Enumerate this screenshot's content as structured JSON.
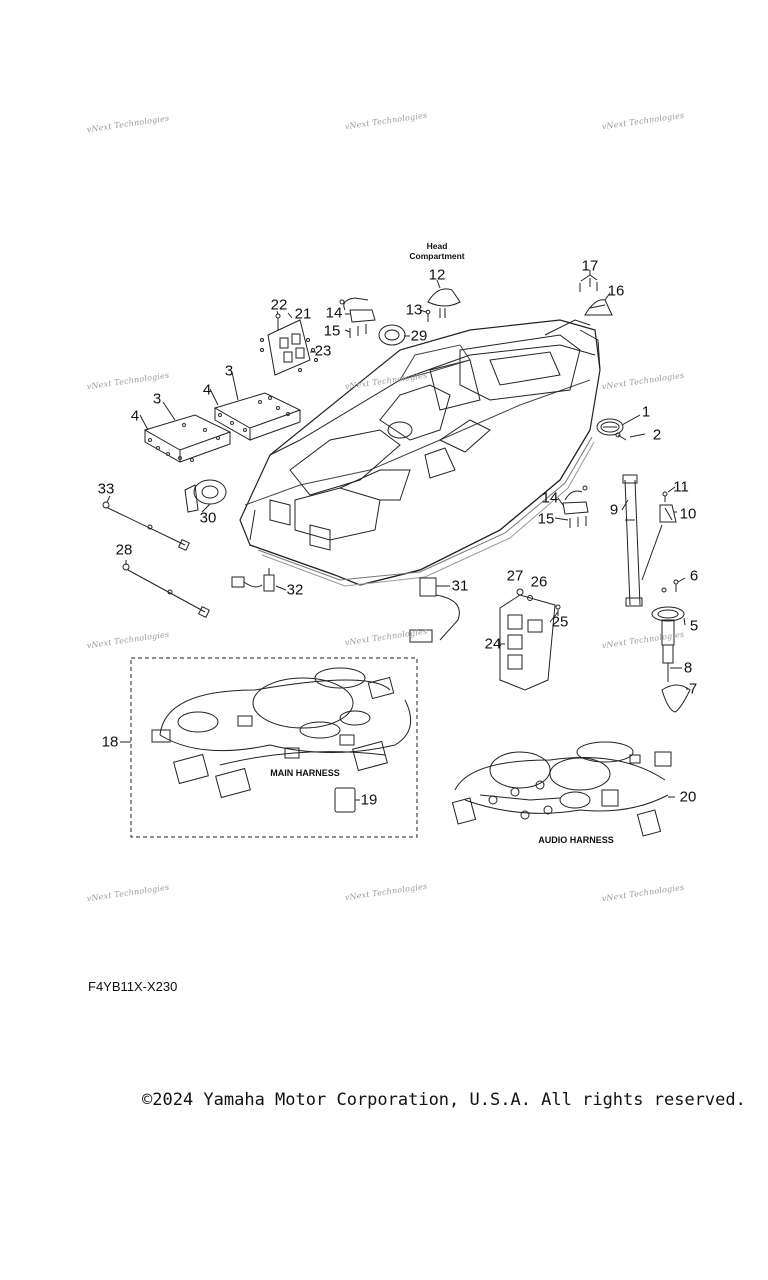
{
  "watermark_text": "vNext Technologies",
  "section_labels": {
    "head_compartment": "Head\nCompartment",
    "main_harness": "MAIN HARNESS",
    "audio_harness": "AUDIO HARNESS"
  },
  "diagram_code": "F4YB11X-X230",
  "copyright": "©2024 Yamaha Motor Corporation, U.S.A. All rights reserved.",
  "callouts": [
    "1",
    "2",
    "3",
    "3",
    "4",
    "4",
    "5",
    "6",
    "7",
    "8",
    "9",
    "10",
    "11",
    "12",
    "13",
    "14",
    "14",
    "15",
    "15",
    "16",
    "17",
    "18",
    "19",
    "20",
    "21",
    "22",
    "23",
    "24",
    "25",
    "26",
    "27",
    "28",
    "29",
    "30",
    "31",
    "32",
    "33"
  ]
}
